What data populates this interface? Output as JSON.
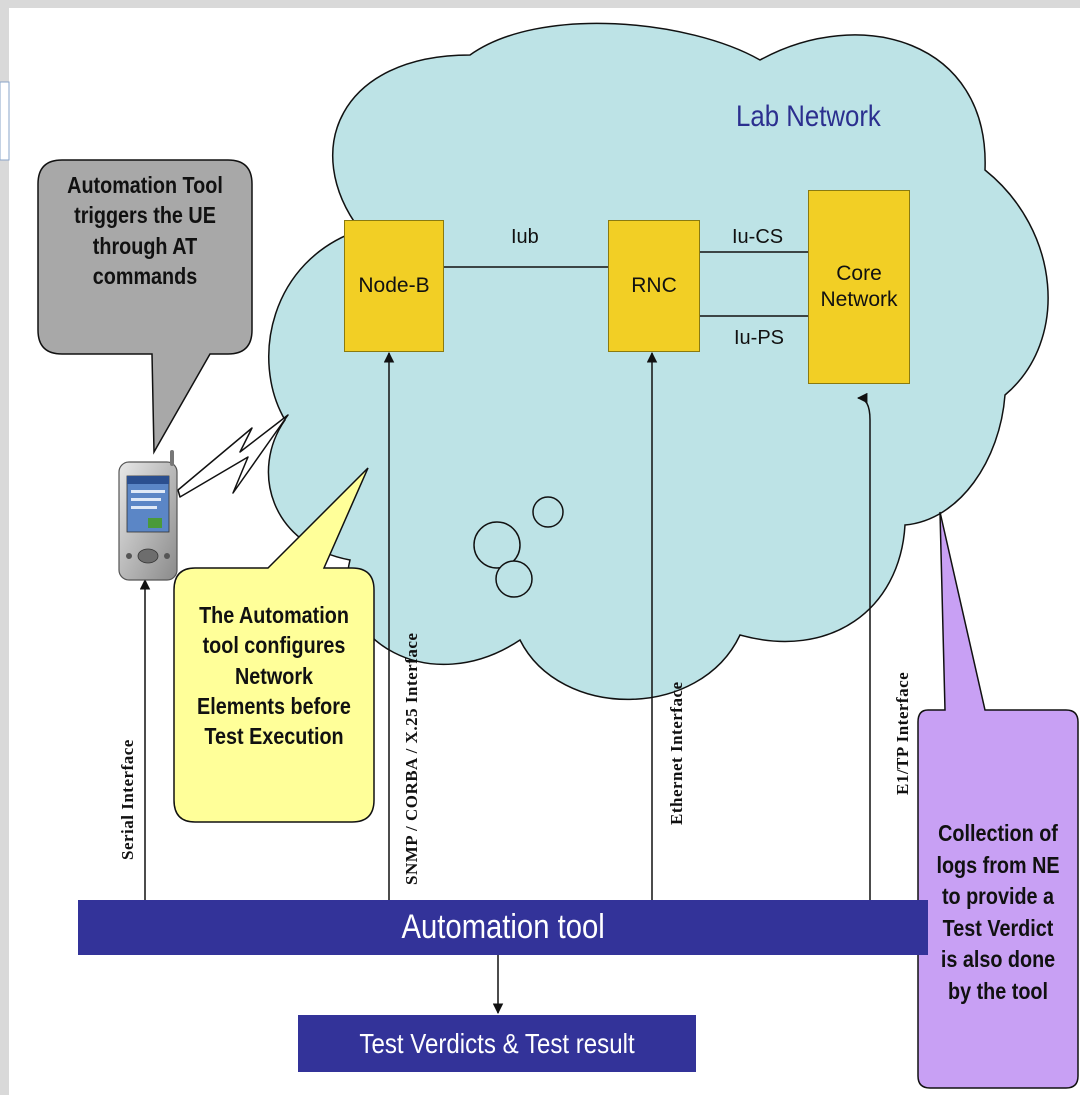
{
  "cloud": {
    "title": "Lab Network"
  },
  "nodes": {
    "node_b": "Node-B",
    "rnc": "RNC",
    "core_network": [
      "Core",
      "Network"
    ]
  },
  "links": {
    "iub": "Iub",
    "iu_cs": "Iu-CS",
    "iu_ps": "Iu-PS"
  },
  "interfaces": {
    "serial": "Serial Interface",
    "snmp": "SNMP / CORBA / X.25 Interface",
    "ethernet": "Ethernet Interface",
    "e1": "E1/TP Interface"
  },
  "callouts": {
    "gray": [
      "Automation Tool",
      "triggers the UE",
      "through AT",
      "commands"
    ],
    "yellow": [
      "The Automation",
      "tool configures",
      "Network",
      "Elements before",
      "Test Execution"
    ],
    "purple": [
      "Collection of",
      "logs from NE",
      "to provide a",
      "Test Verdict",
      "is also done",
      "by the tool"
    ]
  },
  "automation_bar": {
    "label": "Automation tool"
  },
  "result_box": {
    "label": "Test Verdicts & Test result"
  },
  "colors": {
    "cloud_fill": "#bde3e6",
    "node_fill": "#f2cf25",
    "bar_fill": "#333399",
    "callout_gray": "#a8a8a8",
    "callout_yellow": "#ffff99",
    "callout_purple": "#c8a0f4"
  }
}
